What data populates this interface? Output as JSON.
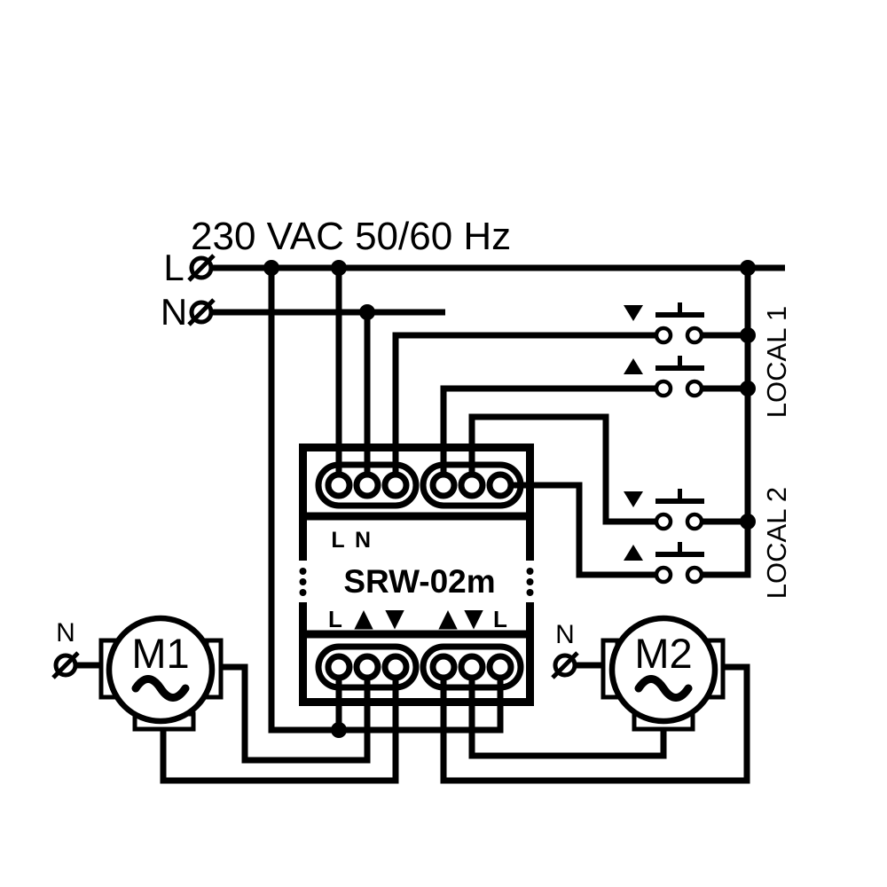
{
  "title": "230 VAC 50/60 Hz",
  "supply": {
    "line_label": "L",
    "neutral_label": "N"
  },
  "device": {
    "model": "SRW-02m",
    "top_terminals": [
      "L",
      "N"
    ],
    "bottom_terminals": [
      "L",
      "▲",
      "▼",
      "▲",
      "▼",
      "L"
    ]
  },
  "switch_groups": [
    {
      "label": "LOCAL 1",
      "buttons": [
        {
          "direction": "down",
          "icon": "down-arrow"
        },
        {
          "direction": "up",
          "icon": "up-arrow"
        }
      ]
    },
    {
      "label": "LOCAL 2",
      "buttons": [
        {
          "direction": "down",
          "icon": "down-arrow"
        },
        {
          "direction": "up",
          "icon": "up-arrow"
        }
      ]
    }
  ],
  "motors": [
    {
      "label": "M1",
      "neutral_label": "N",
      "symbol_icon": "ac-sine"
    },
    {
      "label": "M2",
      "neutral_label": "N",
      "symbol_icon": "ac-sine"
    }
  ],
  "colors": {
    "line": "#000000",
    "background": "#ffffff"
  }
}
